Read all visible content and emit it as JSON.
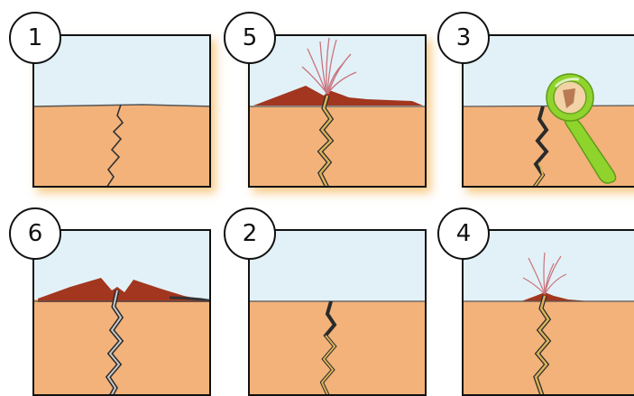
{
  "panels": [
    {
      "number": "1",
      "stage": "crack"
    },
    {
      "number": "5",
      "stage": "cone-with-magma-and-fountain"
    },
    {
      "number": "3",
      "stage": "crack-with-magnifier"
    },
    {
      "number": "6",
      "stage": "twin-cones-with-lava-flow"
    },
    {
      "number": "2",
      "stage": "crack-with-magma"
    },
    {
      "number": "4",
      "stage": "small-cone-with-fountain"
    }
  ],
  "colors": {
    "sky": "#e2f1f7",
    "ground": "#f2b27a",
    "cone": "#a2361f",
    "magma": "#d8b35a",
    "fountain": "#c9727c",
    "magnifier": "#8fd42c",
    "glow": "#f5b95f"
  },
  "icons": [
    "magnifying-glass-icon"
  ]
}
